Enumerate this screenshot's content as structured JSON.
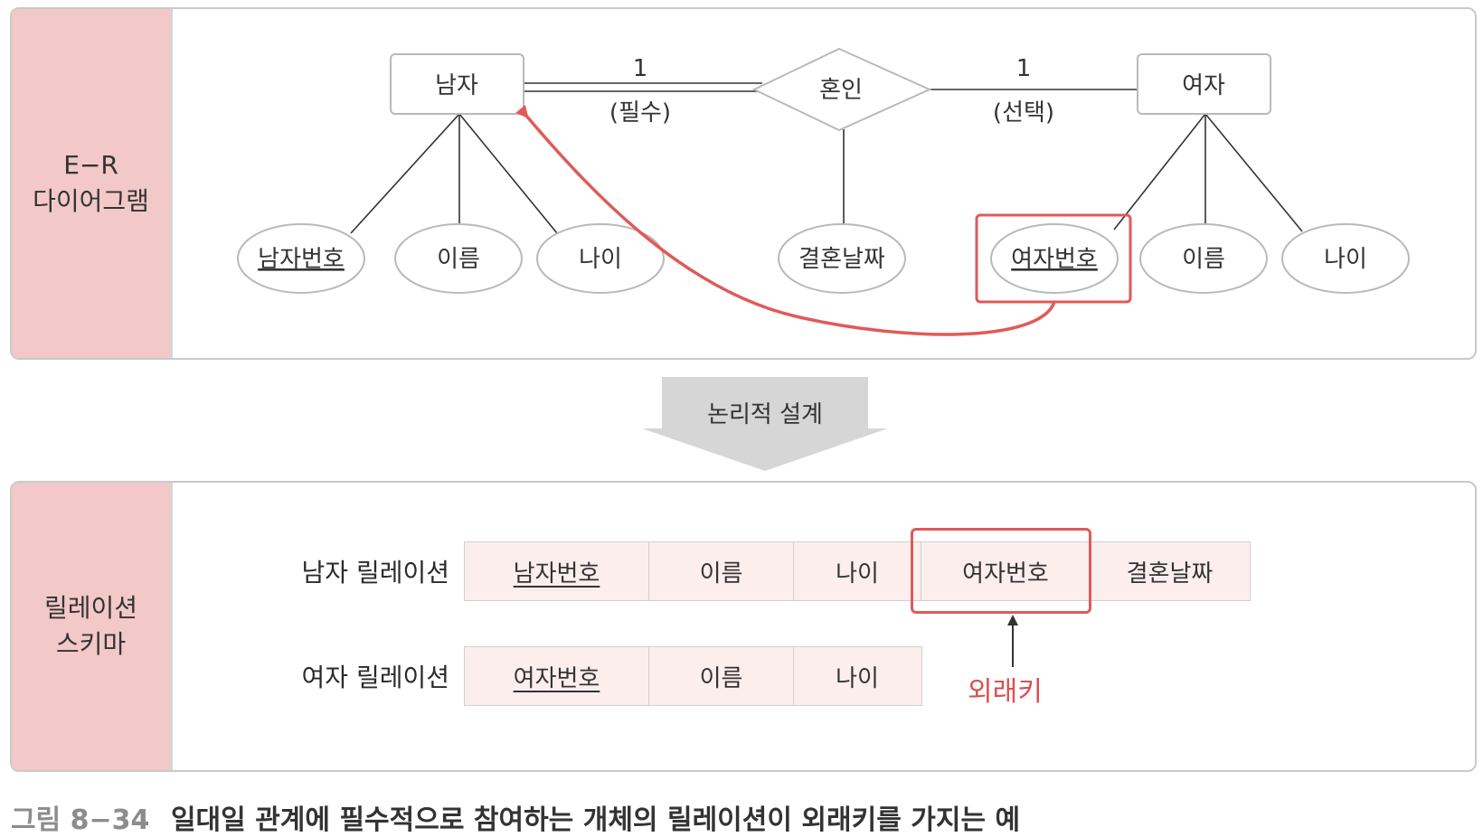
{
  "er_panel": {
    "side_title_line1": "E−R",
    "side_title_line2": "다이어그램"
  },
  "entities": {
    "man": "남자",
    "woman": "여자",
    "relationship": "혼인"
  },
  "cardinality": {
    "left_num": "1",
    "left_part": "(필수)",
    "right_num": "1",
    "right_part": "(선택)"
  },
  "attributes": {
    "man": [
      "남자번호",
      "이름",
      "나이"
    ],
    "rel": "결혼날짜",
    "woman": [
      "여자번호",
      "이름",
      "나이"
    ]
  },
  "transform_label": "논리적 설계",
  "rel_panel": {
    "side_title_line1": "릴레이션",
    "side_title_line2": "스키마"
  },
  "relations": {
    "man": {
      "label": "남자 릴레이션",
      "cells": [
        "남자번호",
        "이름",
        "나이",
        "여자번호",
        "결혼날짜"
      ]
    },
    "woman": {
      "label": "여자 릴레이션",
      "cells": [
        "여자번호",
        "이름",
        "나이"
      ]
    }
  },
  "foreign_key_label": "외래키",
  "caption": {
    "figure": "그림 8−34",
    "text": "일대일 관계에 필수적으로 참여하는 개체의 릴레이션이 외래키를 가지는 예"
  },
  "colors": {
    "highlight": "#e05a5a",
    "side_panel": "#f3c8c8",
    "cell_bg": "#fdeeee"
  }
}
